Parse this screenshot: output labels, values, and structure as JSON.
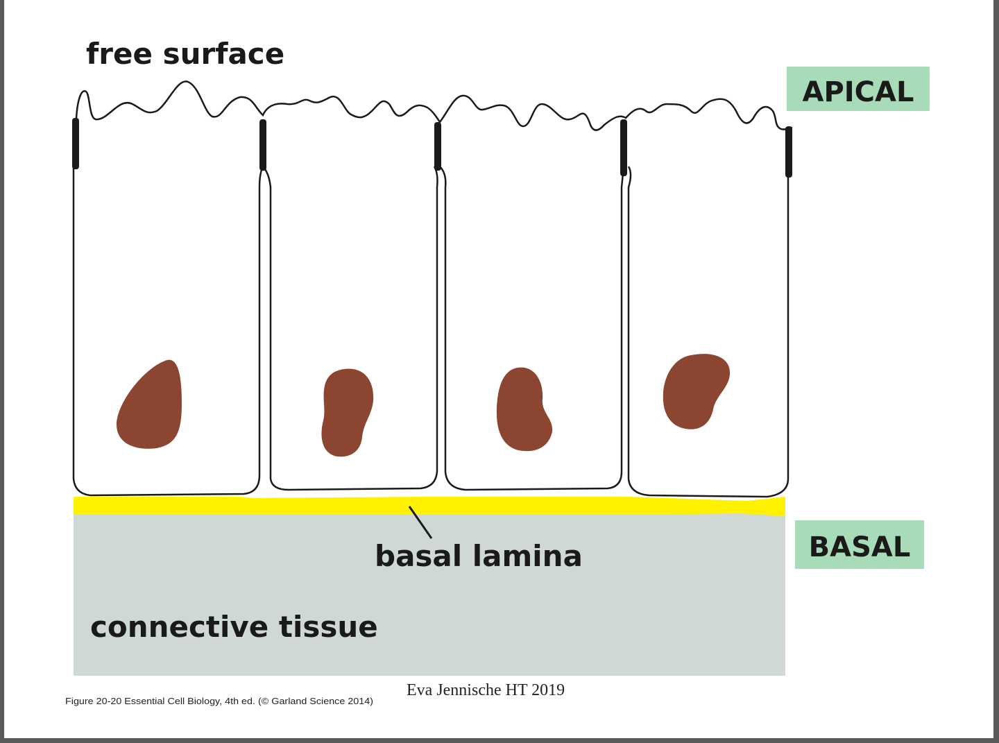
{
  "labels": {
    "free_surface": "free surface",
    "apical": "APICAL",
    "basal": "BASAL",
    "basal_lamina": "basal lamina",
    "connective_tissue": "connective tissue"
  },
  "credits": {
    "figure_source": "Figure 20-20  Essential Cell Biology, 4th ed. (© Garland Science 2014)",
    "author": "Eva Jennische HT 2019"
  },
  "colors": {
    "apical_box": "#a8dcb8",
    "basal_box": "#a8dcb8",
    "basal_lamina": "#fff200",
    "connective_tissue": "#cfd8d3",
    "nucleus": "#8b4530",
    "cell_outline": "#1a1a1a",
    "tight_junction": "#1a1a1a"
  }
}
